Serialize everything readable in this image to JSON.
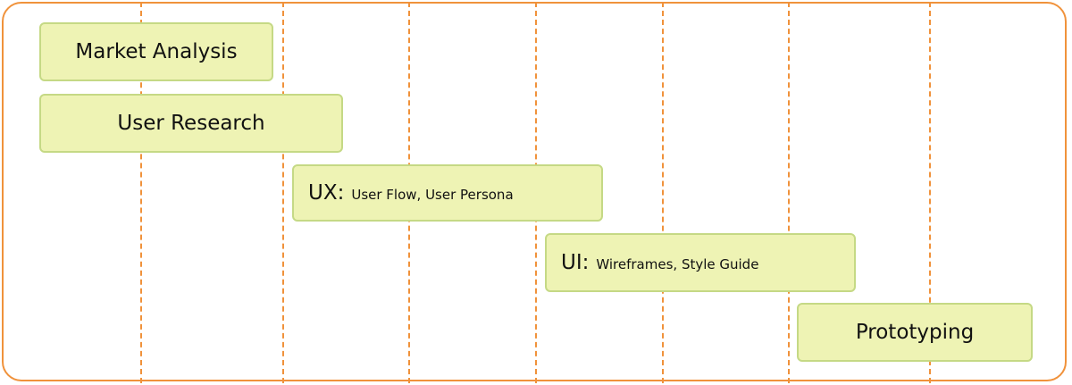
{
  "colors": {
    "frame": "#f0923b",
    "divider": "#f0923b",
    "task_fill": "#eef3b4",
    "task_border": "#c5d985"
  },
  "tasks": [
    {
      "title": "Market Analysis"
    },
    {
      "title": "User Research"
    },
    {
      "prefix": "UX:",
      "detail": "User Flow, User Persona"
    },
    {
      "prefix": "UI:",
      "detail": "Wireframes, Style Guide"
    },
    {
      "title": "Prototyping"
    }
  ]
}
